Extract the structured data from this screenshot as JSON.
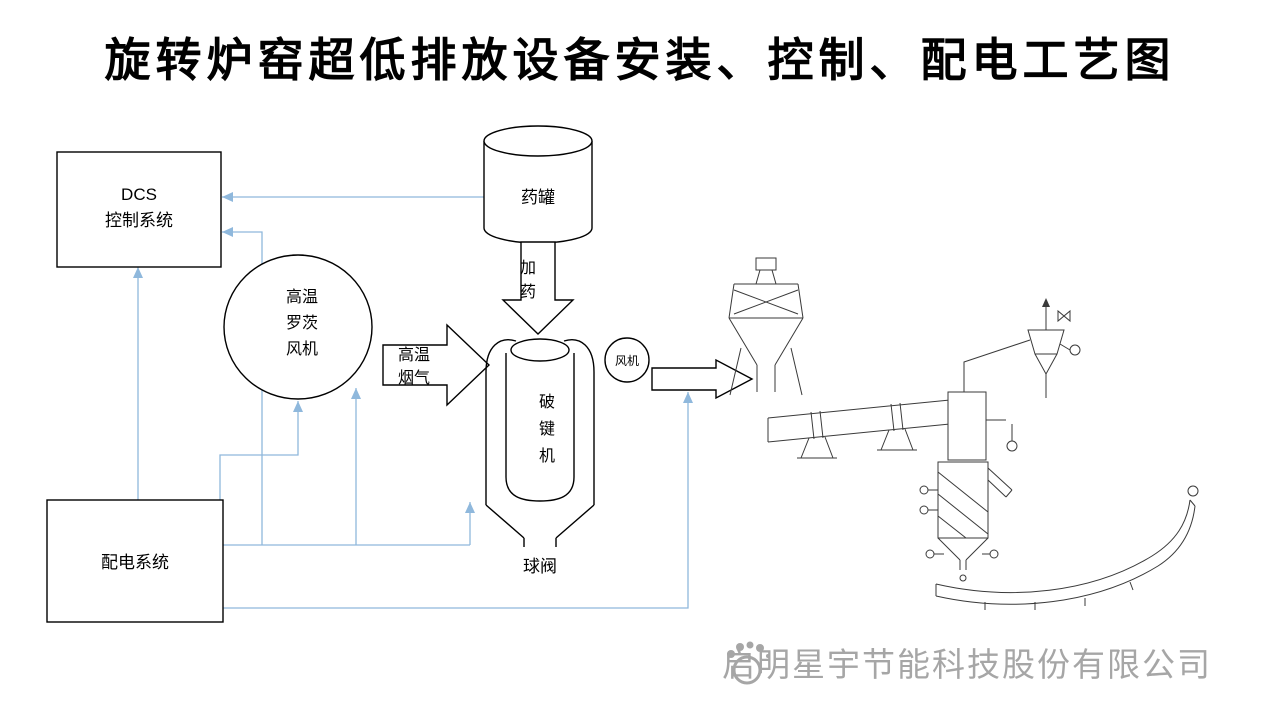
{
  "title": "旋转炉窑超低排放设备安装、控制、配电工艺图",
  "dcs_box": {
    "line1": "DCS",
    "line2": "控制系统"
  },
  "power_box": {
    "label": "配电系统"
  },
  "blower": {
    "line1": "高温",
    "line2": "罗茨",
    "line3": "风机"
  },
  "tank": {
    "label": "药罐"
  },
  "dosing_arrow": {
    "line1": "加",
    "line2": "药"
  },
  "flue_arrow": {
    "line1": "高温",
    "line2": "烟气"
  },
  "crusher": {
    "line1": "破",
    "line2": "键",
    "line3": "机"
  },
  "ball_valve": {
    "label": "球阀"
  },
  "fan": {
    "label": "风机"
  },
  "watermark": {
    "company": "启明星宇节能科技股份有限公司"
  },
  "colors": {
    "connector": "#8fb8dc",
    "equipment_outline": "#000000",
    "kiln_line_art": "#3a3a3a",
    "watermark": "#a6a6a6"
  }
}
